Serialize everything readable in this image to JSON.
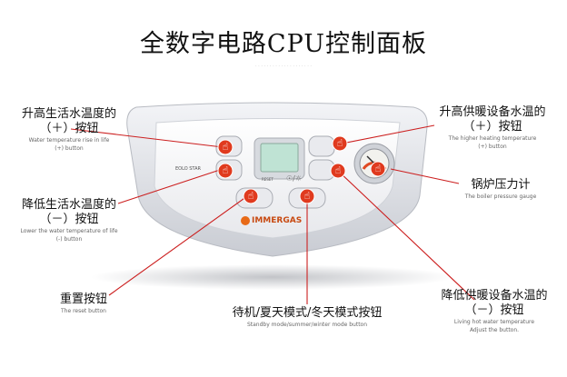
{
  "title": "全数字电路CPU控制面板",
  "subtitle_faint": "· · · · · · · · · · · · · · · · · · · ·",
  "panel": {
    "model": "EOLO STAR",
    "brand": "IMMERGAS",
    "reset": "RESET",
    "mode_symbol": "☉/☼"
  },
  "callouts": {
    "dhw_up": {
      "cn1": "升高生活水温度的",
      "cn2": "（＋）按钮",
      "en1": "Water temperature rise in life",
      "en2": "(+) button"
    },
    "dhw_down": {
      "cn1": "降低生活水温度的",
      "cn2": "（－）按钮",
      "en1": "Lower the water temperature of life",
      "en2": "(-) button"
    },
    "reset": {
      "cn": "重置按钮",
      "en": "The reset button"
    },
    "mode": {
      "cn": "待机/夏天模式/冬天模式按钮",
      "en": "Standby mode/summer/winter mode button"
    },
    "heat_up": {
      "cn1": "升高供暖设备水温的",
      "cn2": "（＋）按钮",
      "en1": "The higher heating temperature",
      "en2": "(+) button"
    },
    "pressure": {
      "cn": "锅炉压力计",
      "en": "The boiler pressure gauge"
    },
    "heat_down": {
      "cn1": "降低供暖设备水温的",
      "cn2": "（－）按钮",
      "en1": "Living hot water temperature",
      "en2": "Adjust the button."
    }
  },
  "colors": {
    "accent": "#e03a1e",
    "line": "#cc1f1f",
    "panel": "#dcdee4"
  },
  "icons": [
    "hand-pointer-icon",
    "pressure-gauge-icon"
  ]
}
